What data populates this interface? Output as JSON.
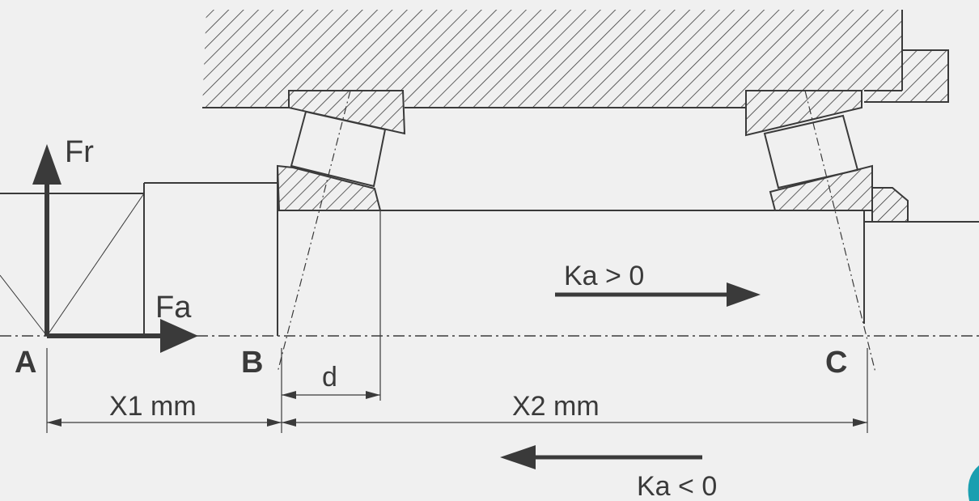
{
  "labels": {
    "radial_force": "Fr",
    "axial_force": "Fa",
    "point_a": "A",
    "point_b": "B",
    "point_c": "C",
    "bearing_width": "d",
    "distance_x1": "X1 mm",
    "distance_x2": "X2 mm",
    "ka_positive": "Ka > 0",
    "ka_negative": "Ka < 0"
  },
  "colors": {
    "background": "#f0f0f0",
    "line": "#3a3a3a",
    "accent": "#1a9fb0"
  }
}
